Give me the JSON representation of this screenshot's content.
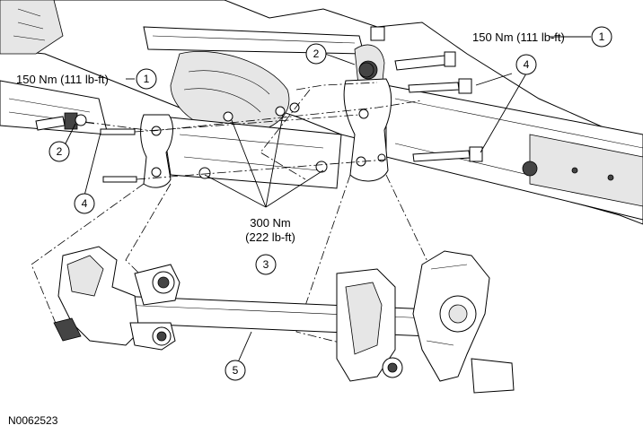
{
  "torque_labels": {
    "upper_right": "150 Nm (111 lb-ft)",
    "upper_left": "150 Nm (111 lb-ft)",
    "center_line1": "300 Nm",
    "center_line2": "(222 lb-ft)"
  },
  "callouts": {
    "c1_right": "1",
    "c1_left": "1",
    "c2_top": "2",
    "c2_left": "2",
    "c3": "3",
    "c4_right": "4",
    "c4_left": "4",
    "c5": "5"
  },
  "figure_id": "N0062523"
}
